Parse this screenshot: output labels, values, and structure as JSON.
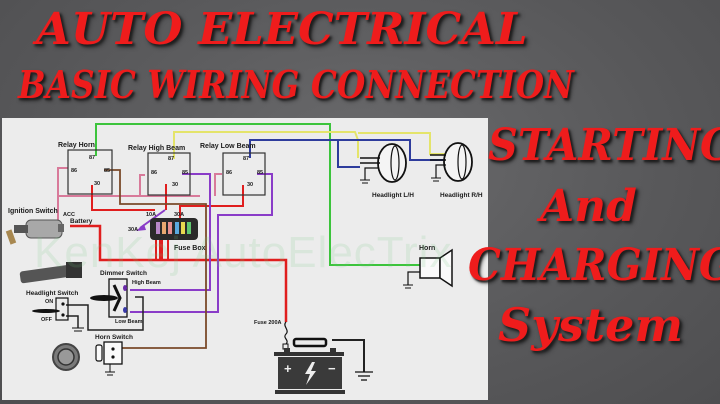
{
  "titles": {
    "line1": "AUTO ELECTRICAL",
    "line2": "BASIC WIRING CONNECTION",
    "line3": "STARTING",
    "line4": "And",
    "line5": "CHARGING",
    "line6": "System"
  },
  "watermark": "KenKej AutoElecTrix",
  "colors": {
    "title_red": "#ef1c1c",
    "background": "#5c5c5e",
    "panel": "#ececec",
    "wire_green": "#3cc43c",
    "wire_yellow": "#e4e46a",
    "wire_blue": "#2e3c9c",
    "wire_red": "#e01e1e",
    "wire_purple": "#8a3cc8",
    "wire_pink": "#d87a9a",
    "wire_brown": "#7a4a2a"
  },
  "diagram": {
    "relays": [
      {
        "name": "Relay Horn",
        "terminals": {
          "t87": "87",
          "t86": "86",
          "t85": "85",
          "t30": "30"
        }
      },
      {
        "name": "Relay High Beam",
        "terminals": {
          "t87": "87",
          "t86": "86",
          "t85": "85",
          "t30": "30"
        }
      },
      {
        "name": "Relay Low Beam",
        "terminals": {
          "t87": "87",
          "t86": "86",
          "t85": "85",
          "t30": "30"
        }
      }
    ],
    "ignition_switch": {
      "label": "Ignition Switch",
      "acc": "ACC",
      "battery": "Battery"
    },
    "fuse_box": {
      "label": "Fuse Box",
      "fuse_a": "10A",
      "fuse_b": "30A",
      "fuse_c": "30A"
    },
    "headlights": [
      {
        "label": "Headlight L/H"
      },
      {
        "label": "Headlight R/H"
      }
    ],
    "horn": {
      "label": "Horn"
    },
    "headlight_switch": {
      "label": "Headlight Switch",
      "on": "ON",
      "off": "OFF"
    },
    "dimmer_switch": {
      "label": "Dimmer Switch",
      "high": "High Beam",
      "low": "Low Beam"
    },
    "horn_switch": {
      "label": "Horn Switch"
    },
    "battery": {
      "fuse_label": "Fuse 200A",
      "plus": "+",
      "minus": "−"
    }
  }
}
